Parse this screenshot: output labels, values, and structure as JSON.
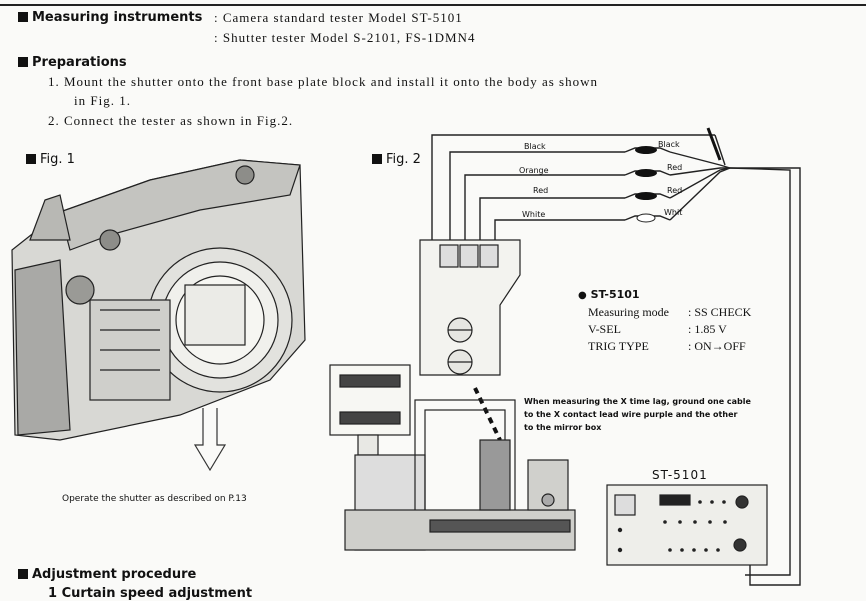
{
  "header": {
    "measuring_label": "Measuring instruments",
    "instrument_1": ": Camera standard tester  Model ST-5101",
    "instrument_2": ": Shutter tester  Model S-2101, FS-1DMN4"
  },
  "preparations": {
    "heading": "Preparations",
    "step_1a": "1. Mount the shutter onto the front base plate block and install it onto the body as shown",
    "step_1b": "in Fig. 1.",
    "step_2": "2. Connect the tester as shown in Fig.2."
  },
  "fig1": {
    "label": "Fig. 1",
    "caption": "Operate the shutter as described on P.13"
  },
  "fig2": {
    "label": "Fig. 2",
    "left_wires": [
      "Black",
      "Orange",
      "Red",
      "White"
    ],
    "right_wires": [
      "Black",
      "Red",
      "Red",
      "Whit"
    ],
    "tester_model": "ST-5101",
    "settings": [
      {
        "name": "Measuring mode",
        "value": ": SS CHECK"
      },
      {
        "name": "V-SEL",
        "value": ": 1.85 V"
      },
      {
        "name": "TRIG TYPE",
        "value": ": ON→OFF"
      }
    ],
    "note_lines": [
      "When measuring the X time lag, ground one cable",
      "to the X contact lead wire purple and the other",
      "to the mirror box"
    ],
    "device_label": "ST-5101"
  },
  "adjustment": {
    "heading": "Adjustment procedure",
    "sub": "1 Curtain speed adjustment"
  }
}
